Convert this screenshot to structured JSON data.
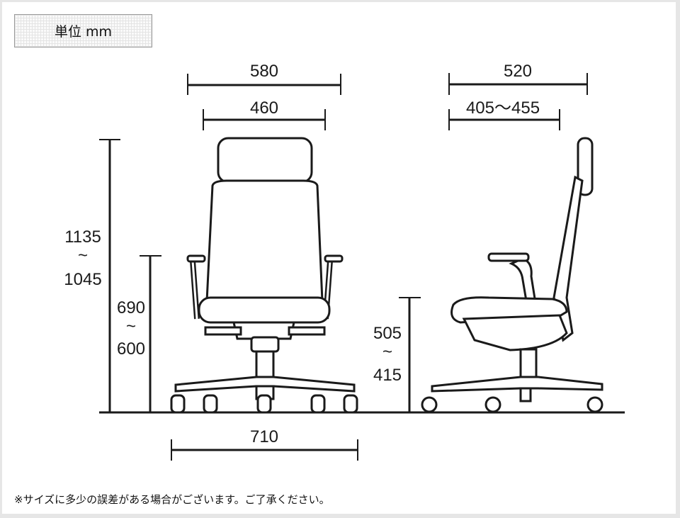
{
  "unit_label": "単位 mm",
  "dimensions": {
    "overall_width": "580",
    "seat_width": "460",
    "overall_depth": "520",
    "seat_depth": "405～455",
    "overall_height_max": "1135",
    "overall_height_min": "1045",
    "armrest_height_max": "690",
    "armrest_height_min": "600",
    "seat_height_max": "505",
    "seat_height_min": "415",
    "base_width": "710",
    "range_mark": "~"
  },
  "note": "※サイズに多少の誤差がある場合がございます。ご了承ください。"
}
